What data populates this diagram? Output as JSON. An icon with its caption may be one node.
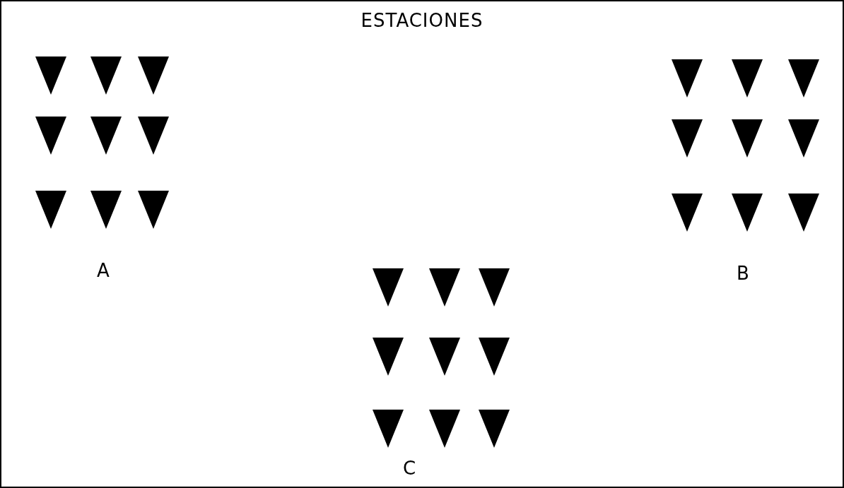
{
  "diagram": {
    "title": "ESTACIONES",
    "labels": [
      "A",
      "B",
      "C"
    ]
  }
}
